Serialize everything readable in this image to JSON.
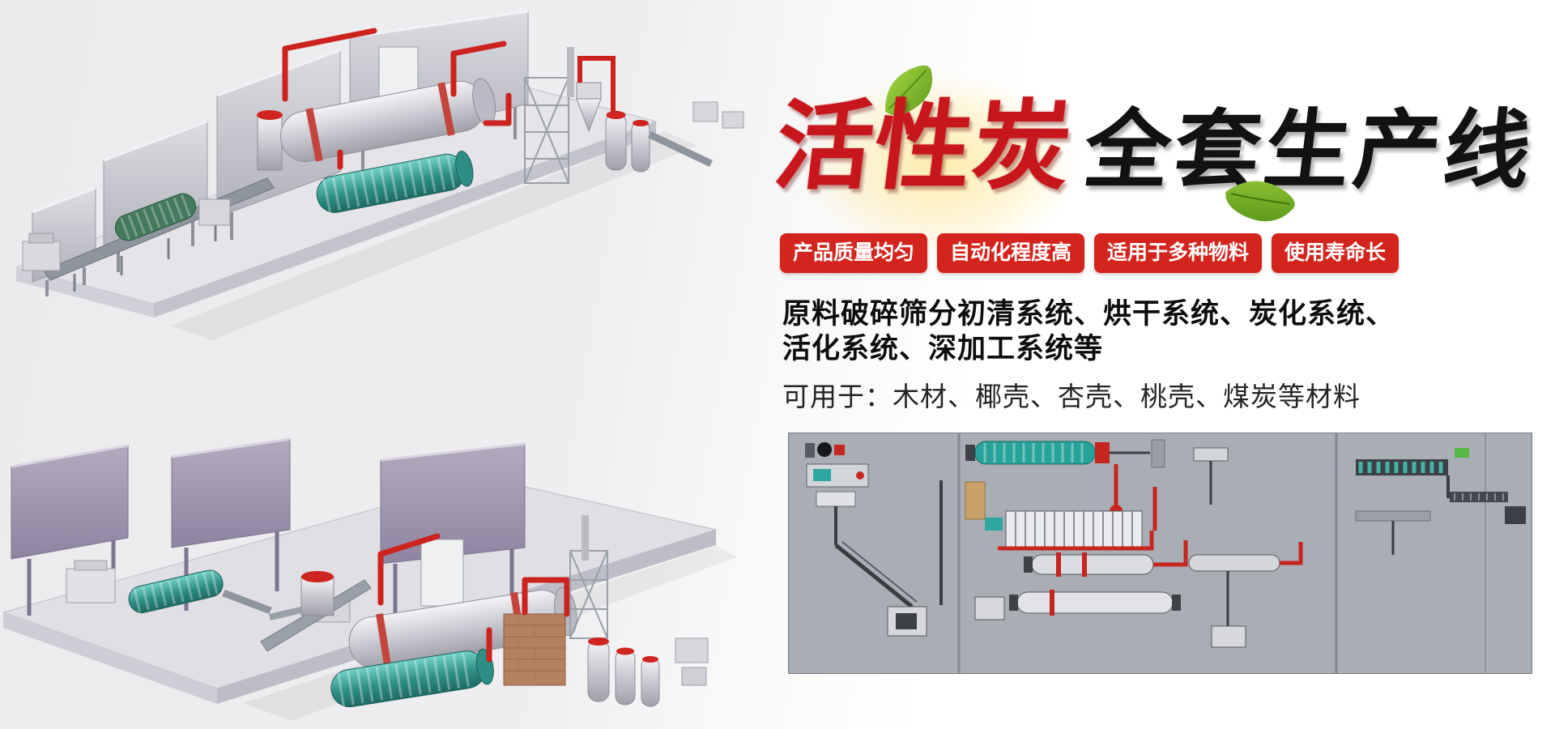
{
  "banner": {
    "title": {
      "red": "活性炭",
      "black": "全套生产线"
    },
    "badges": [
      "产品质量均匀",
      "自动化程度高",
      "适用于多种物料",
      "使用寿命长"
    ],
    "description": {
      "bold_line_1": "原料破碎筛分初清系统、烘干系统、炭化系统、",
      "bold_line_2": "活化系统、深加工系统等",
      "materials_line": "可用于：木材、椰壳、杏壳、桃壳、煤炭等材料"
    },
    "colors": {
      "title_red": "#c8161d",
      "title_black": "#121212",
      "badge_background": "#d3251d",
      "badge_text": "#ffffff",
      "leaf_green": "#7dbf2e",
      "pipe_red": "#cc231e",
      "drum_teal": "#2e8e85",
      "schematic_background": "#a9adb4"
    },
    "illustrations": {
      "top_render": "production-line-3d-render-top",
      "bottom_render": "production-line-3d-render-bottom",
      "schematic": "plant-layout-schematic"
    }
  }
}
